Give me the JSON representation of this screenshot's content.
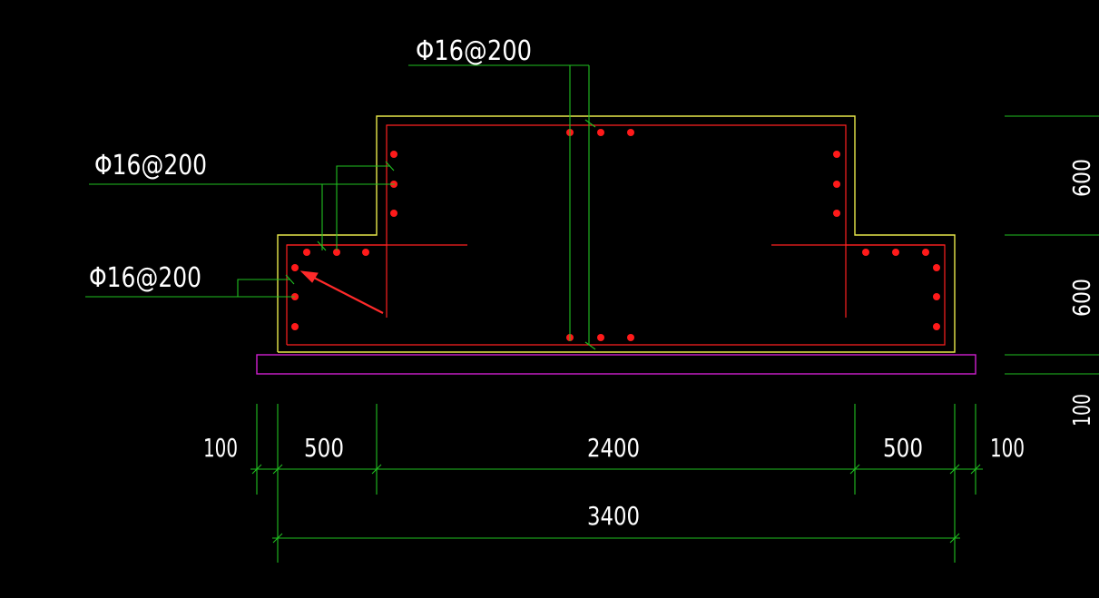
{
  "colors": {
    "background": "#000000",
    "outline": "#e8e84a",
    "rebar": "#ff2020",
    "rebar_dot": "#ff1a1a",
    "leader": "#20c020",
    "dimension": "#20c020",
    "cushion": "#d020d0",
    "text": "#ffffff",
    "arrow": "#ff2a2a"
  },
  "rebar_labels": {
    "top": "Φ16@200",
    "upper_left": "Φ16@200",
    "lower_left": "Φ16@200"
  },
  "dimensions": {
    "bottom_row": [
      "100",
      "500",
      "2400",
      "500",
      "100"
    ],
    "total": "3400",
    "right_side": [
      "600",
      "600",
      "100"
    ]
  }
}
